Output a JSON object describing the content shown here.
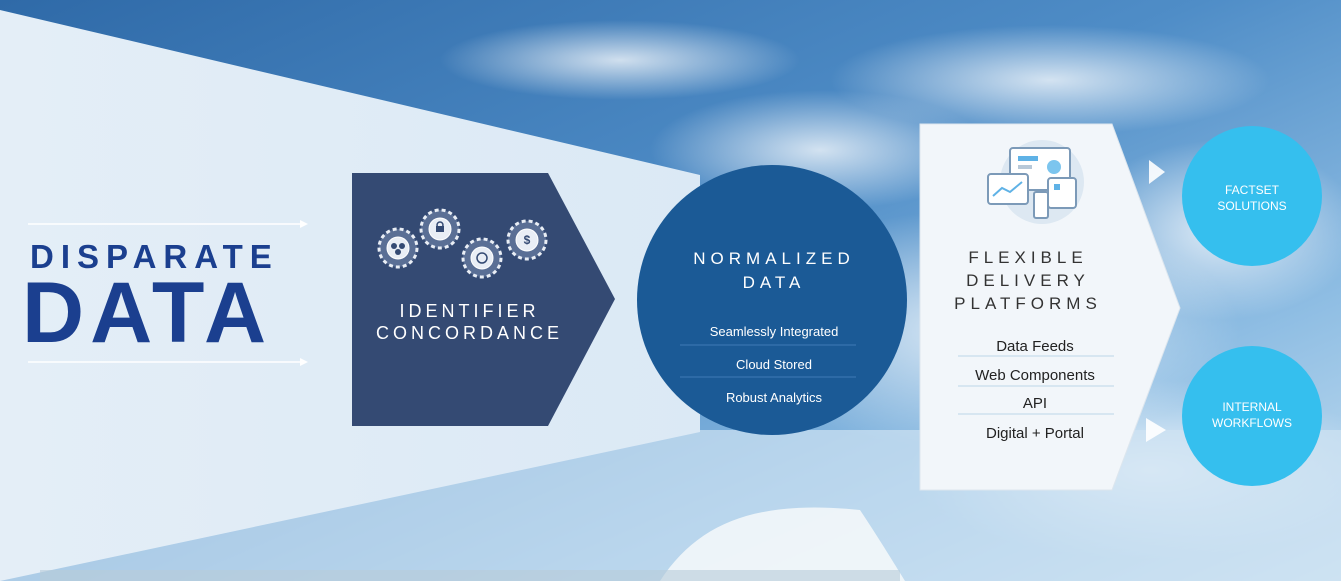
{
  "disparate": {
    "line1": "DISPARATE",
    "line2": "DATA"
  },
  "identifier": {
    "line1": "IDENTIFIER",
    "line2": "CONCORDANCE"
  },
  "normalized": {
    "line1": "NORMALIZED",
    "line2": "DATA",
    "items": [
      "Seamlessly Integrated",
      "Cloud Stored",
      "Robust Analytics"
    ]
  },
  "flexible": {
    "line1": "FLEXIBLE",
    "line2": "DELIVERY",
    "line3": "PLATFORMS",
    "items": [
      "Data Feeds",
      "Web Components",
      "API",
      "Digital + Portal"
    ]
  },
  "outputs": {
    "factset": {
      "line1": "FACTSET",
      "line2": "SOLUTIONS"
    },
    "internal": {
      "line1": "INTERNAL",
      "line2": "WORKFLOWS"
    }
  },
  "colors": {
    "navy_box": "#344a73",
    "normalized_circle": "#1b5a96",
    "title_blue": "#1b3f8f",
    "cyan_circle": "#35bfee"
  }
}
